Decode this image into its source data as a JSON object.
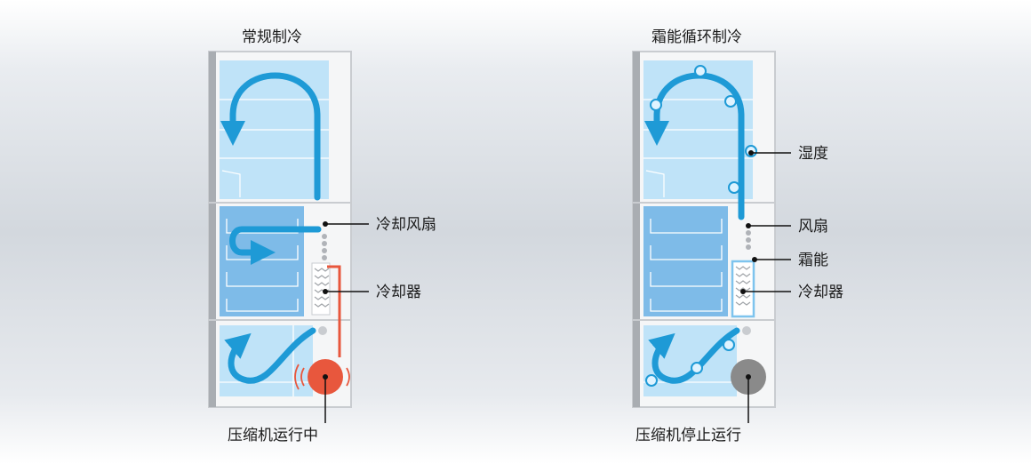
{
  "left_panel": {
    "title": "常规制冷",
    "labels": {
      "fan": "冷却风扇",
      "cooler": "冷却器",
      "compressor": "压缩机运行中"
    }
  },
  "right_panel": {
    "title": "霜能循环制冷",
    "labels": {
      "humidity": "湿度",
      "fan": "风扇",
      "frost": "霜能",
      "cooler": "冷却器",
      "compressor": "压缩机停止运行"
    }
  },
  "colors": {
    "airflow": "#1e9ad6",
    "compartment": "#bfe3f8",
    "drawer": "#7ebbe8",
    "heat": "#e8573d",
    "compressor_off": "#8a8a8a"
  }
}
